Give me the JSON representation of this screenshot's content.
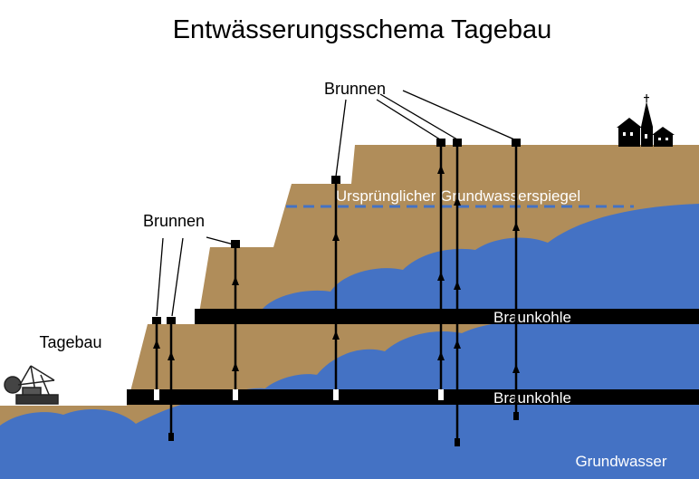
{
  "title": "Entwässerungsschema Tagebau",
  "labels": {
    "brunnen_top": "Brunnen",
    "brunnen_left": "Brunnen",
    "original_water_level": "Ursprünglicher Grundwasserspiegel",
    "coal_upper": "Braunkohle",
    "coal_lower": "Braunkohle",
    "open_pit": "Tagebau",
    "groundwater": "Grundwasser"
  },
  "colors": {
    "soil": "#b08d5a",
    "water": "#4472c4",
    "coal": "#000000",
    "background": "#ffffff",
    "dashed_line": "#4472c4",
    "text_on_dark": "#ffffff"
  },
  "icons": {
    "village": "village-with-church-icon",
    "excavator": "bucket-wheel-excavator-icon"
  }
}
